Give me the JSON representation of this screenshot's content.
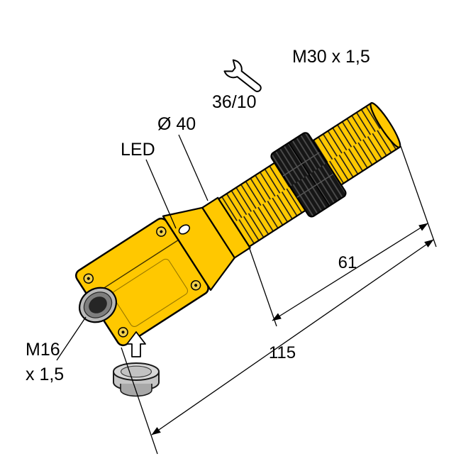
{
  "labels": {
    "connector_thread": "M30 x 1,5",
    "wrench_size": "36/10",
    "barrel_diameter": "Ø 40",
    "led": "LED",
    "thread_length_mm": "61",
    "total_length_mm": "115",
    "cable_gland_line1": "M16",
    "cable_gland_line2": "x 1,5"
  },
  "icons": {
    "wrench": "wrench-icon",
    "insert_arrow": "insert-arrow-icon"
  },
  "colors": {
    "body_yellow": "#FFC800",
    "outline_black": "#000000",
    "knurl_dark": "#161616",
    "plug_gray": "#D8D8D8",
    "background": "#FFFFFF"
  }
}
